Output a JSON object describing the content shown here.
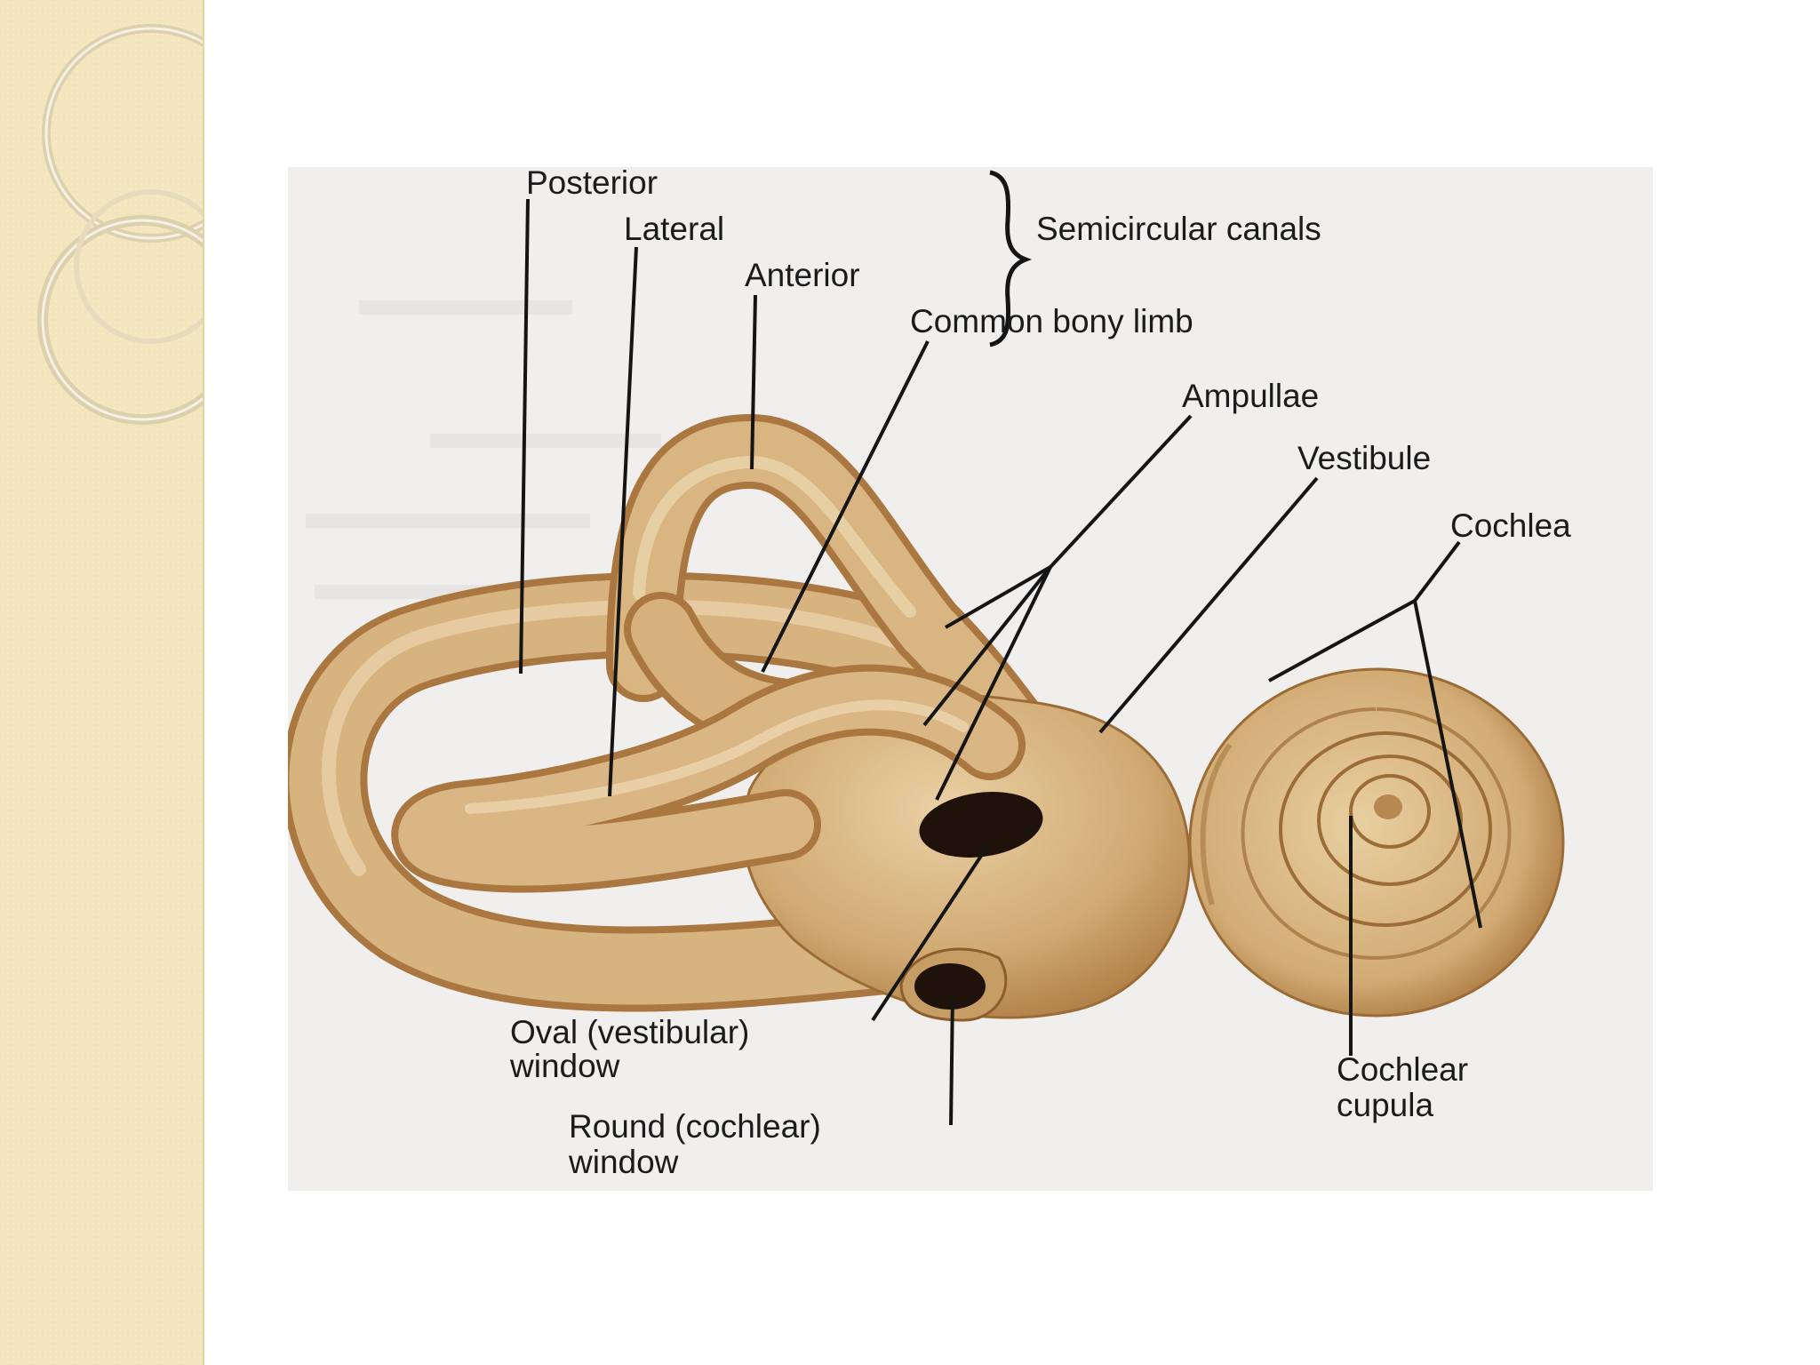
{
  "colors": {
    "sidebar": "#f3e6bf",
    "figure_background": "#f1efed",
    "bone_fill": "#d6b27e",
    "bone_shadow": "#a9773f",
    "window_hole": "#1e120a"
  },
  "labels": {
    "posterior": "Posterior",
    "lateral": "Lateral",
    "anterior": "Anterior",
    "semicircular_canals": "Semicircular canals",
    "common_bony_limb": "Common bony limb",
    "ampullae": "Ampullae",
    "vestibule": "Vestibule",
    "cochlea": "Cochlea",
    "oval_window_line1": "Oval (vestibular)",
    "oval_window_line2": "window",
    "round_window_line1": "Round (cochlear)",
    "round_window_line2": "window",
    "cochlear_cupula_line1": "Cochlear",
    "cochlear_cupula_line2": "cupula"
  }
}
